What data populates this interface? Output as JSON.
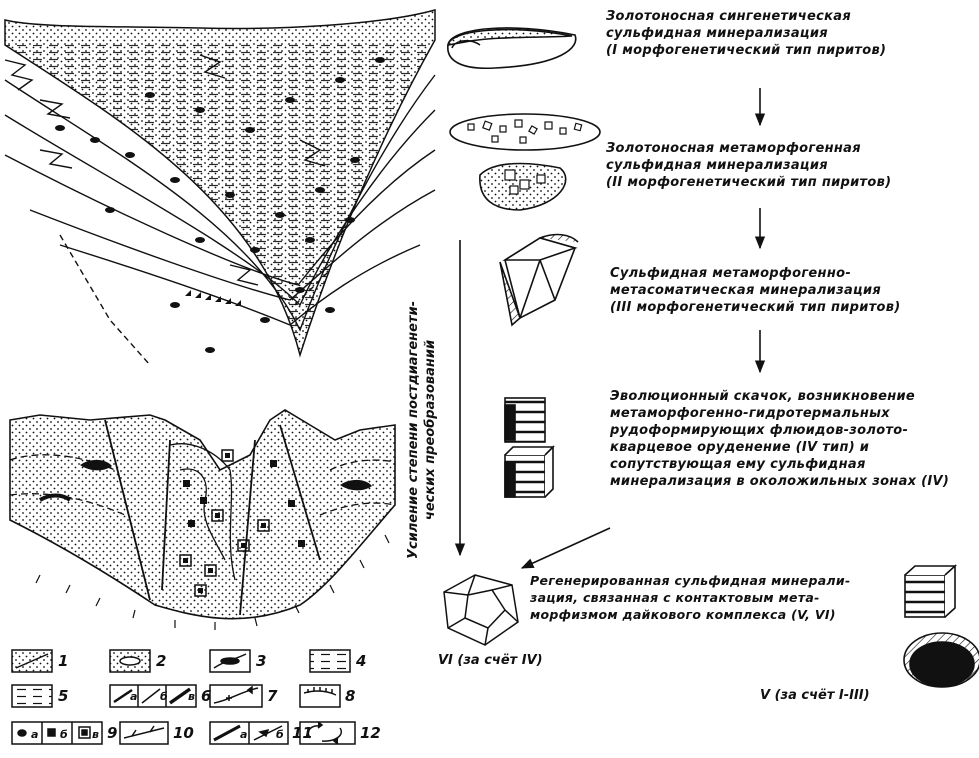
{
  "stages": [
    {
      "lines": [
        "Золотоносная сингенетическая",
        "сульфидная минерализация",
        "(I морфогенетический тип пиритов)"
      ]
    },
    {
      "lines": [
        "Золотоносная метаморфогенная",
        "сульфидная минерализация",
        "(II морфогенетический тип пиритов)"
      ]
    },
    {
      "lines": [
        "Сульфидная метаморфогенно-",
        "метасоматическая минерализация",
        "(III морфогенетический тип пиритов)"
      ]
    },
    {
      "lines": [
        "Эволюционный скачок, возникновение",
        "метаморфогенно-гидротермальных",
        "рудоформирующих флюидов-золото-",
        "кварцевое оруденение (IV тип) и",
        "сопутствующая ему сульфидная",
        "минерализация в околожильных зонах (IV)"
      ]
    },
    {
      "lines": [
        "Регенерированная сульфидная минерали-",
        "зация, связанная с контактовым мета-",
        "морфизмом дайкового комплекса (V, VI)"
      ]
    }
  ],
  "side_axis_lines": [
    "Усиление степени постдиагенети-",
    "ческих преобразований"
  ],
  "crystal_labels": {
    "vi": "VI (за счёт IV)",
    "v": "V (за счёт I-III)"
  },
  "legend": {
    "numbers": [
      "1",
      "2",
      "3",
      "4",
      "5",
      "6",
      "7",
      "8",
      "9",
      "10",
      "11",
      "12"
    ],
    "sublabels": {
      "a": "а",
      "b": "б",
      "v": "в"
    }
  },
  "colors": {
    "ink": "#111111",
    "paper": "#ffffff"
  }
}
